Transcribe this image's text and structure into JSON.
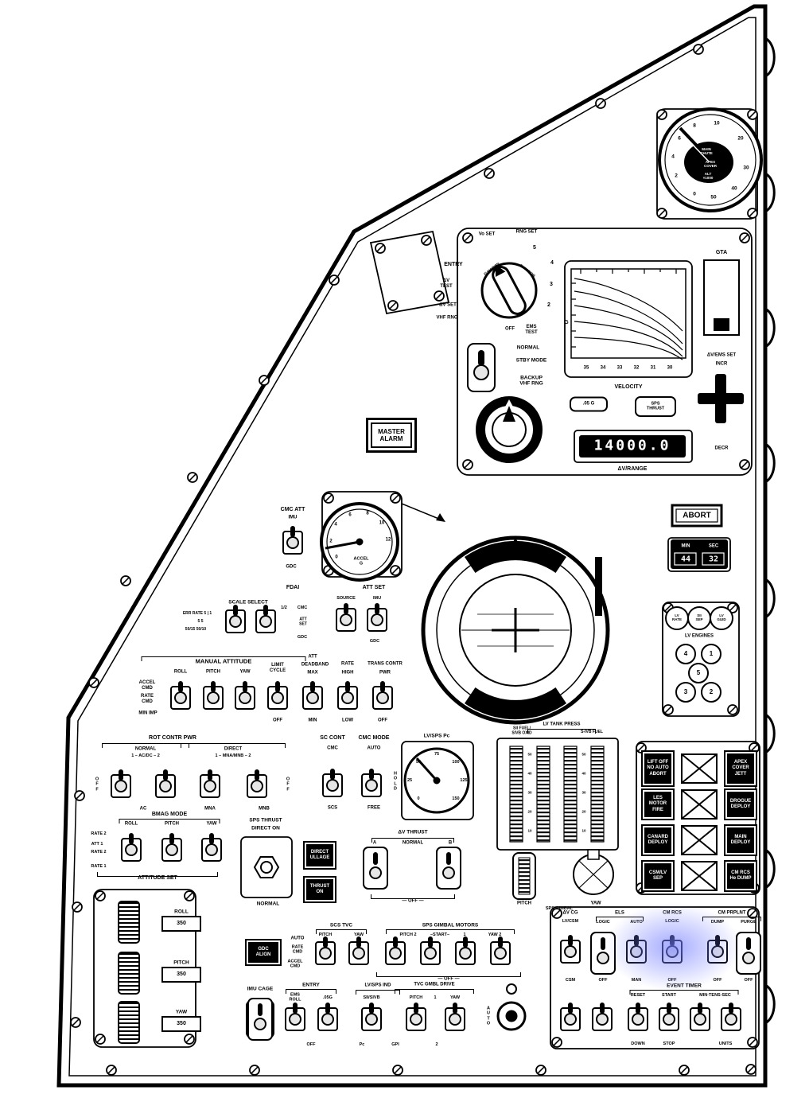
{
  "highlight": {
    "color": "#737dff"
  },
  "alt": {
    "scale": [
      "10",
      "8",
      "6",
      "4",
      "2",
      "0",
      "50",
      "40",
      "30",
      "20"
    ],
    "main_chute": "MAIN\nCHUTE",
    "apex_cover": "APEX\nCOVER",
    "alt_x1000": "ALT\n×1000"
  },
  "gta": {
    "label": "GTA"
  },
  "ems": {
    "vo_set": "Vo SET",
    "rng_set": "RNG SET",
    "entry": "ENTRY",
    "dv_test": "ΔV\nTEST",
    "dv_set": "ΔV SET",
    "vhf_rng": "VHF RNG",
    "n5": "5",
    "n4": "4",
    "n3": "3",
    "n2": "2",
    "off": "OFF",
    "ems_test": "EMS\nTEST",
    "function": "FUNCTION"
  },
  "mode": {
    "normal": "NORMAL",
    "stby": "STBY MODE",
    "backup": "BACKUP\nVHF RNG"
  },
  "scroll": {
    "g": "G",
    "vnums": [
      "35",
      "34",
      "33",
      "32",
      "31",
      "30"
    ],
    "velocity": "VELOCITY",
    "g05": ".05 G",
    "sps_thrust": "SPS\nTHRUST"
  },
  "dvrange": {
    "value": "14000.0",
    "label": "ΔV/RANGE"
  },
  "dvems": {
    "title": "ΔV/EMS SET",
    "incr": "INCR",
    "decr": "DECR"
  },
  "master_alarm": "MASTER\nALARM",
  "abort": "ABORT",
  "timer": {
    "min": "MIN",
    "sec": "SEC",
    "min_val": "44",
    "sec_val": "32"
  },
  "cmc_att": {
    "title": "CMC ATT",
    "imu": "IMU",
    "gdc": "GDC"
  },
  "accel": {
    "scale": [
      "0",
      "2",
      "4",
      "6",
      "8",
      "10",
      "12"
    ],
    "label": "ACCEL\nG"
  },
  "fdai_sel": {
    "title": "FDAI",
    "scale_select": "SCALE SELECT",
    "r1": "ERR RATE 5 | 1",
    "r2": "5    5",
    "r3": "50/15 50/10",
    "half": "1/2",
    "cmc": "CMC",
    "att_set": "ATT\nSET",
    "gdc": "GDC"
  },
  "att_set": {
    "title": "ATT SET",
    "source": "SOURCE",
    "imu": "IMU",
    "gdc": "GDC"
  },
  "lv": {
    "lights": [
      "LV\nRATE",
      "SII\nSEP",
      "LV\nGUID"
    ],
    "title": "LV ENGINES",
    "engines": [
      "4",
      "1",
      "5",
      "3",
      "2"
    ]
  },
  "man_att": {
    "title": "MANUAL ATTITUDE",
    "roll": "ROLL",
    "pitch": "PITCH",
    "yaw": "YAW",
    "accel_cmd": "ACCEL\nCMD",
    "rate_cmd": "RATE\nCMD",
    "min_imp": "MIN IMP",
    "limit_cycle": "LIMIT\nCYCLE",
    "att": "ATT",
    "deadband": "DEADBAND",
    "max": "MAX",
    "rate": "RATE",
    "high": "HIGH",
    "trans": "TRANS CONTR",
    "pwr": "PWR",
    "off1": "OFF",
    "min": "MIN",
    "low": "LOW",
    "off2": "OFF"
  },
  "rot": {
    "title": "ROT CONTR PWR",
    "normal": "NORMAL",
    "normal2": "1 – AC/DC – 2",
    "direct": "DIRECT",
    "direct2": "1 – MNA/MNB – 2",
    "off": "O\nF\nF",
    "ac": "AC",
    "mna": "MNA",
    "mnb": "MNB"
  },
  "bmag": {
    "title": "BMAG MODE",
    "roll": "ROLL",
    "pitch": "PITCH",
    "yaw": "YAW",
    "rate2a": "RATE 2",
    "att1": "ATT 1",
    "rate2b": "RATE 2",
    "rate1": "RATE 1",
    "attitude_set": "ATTITUDE SET"
  },
  "sccont": {
    "title": "SC CONT",
    "cmc_mode": "CMC MODE",
    "cmc": "CMC",
    "auto": "AUTO",
    "scs": "SCS",
    "free": "FREE",
    "hold": "H\nO\nL\nD"
  },
  "spst": {
    "l1": "SPS THRUST",
    "l2": "DIRECT ON",
    "normal": "NORMAL",
    "direct_ullage": "DIRECT\nULLAGE",
    "thrust_on": "THRUST\nON"
  },
  "dvt": {
    "title": "ΔV THRUST",
    "a": "A",
    "normal": "NORMAL",
    "b": "B",
    "off": "— OFF —"
  },
  "pc": {
    "title": "LV/SPS Pc",
    "scale": [
      "0",
      "25",
      "50",
      "75",
      "100",
      "125",
      "150"
    ]
  },
  "tank": {
    "t1": "SII FUEL/\nSIVB OXID",
    "t2": "LV TANK PRESS",
    "t3": "S-IVB FUEL",
    "scale": [
      "50",
      "40",
      "30",
      "20",
      "10"
    ]
  },
  "gimbal": {
    "pitch": "PITCH",
    "label": "SPS GIMBAL",
    "yaw": "YAW"
  },
  "seq": {
    "col1": [
      "LIFT OFF\nNO AUTO\nABORT",
      "LES\nMOTOR\nFIRE",
      "CANARD\nDEPLOY",
      "CSM/LV\nSEP"
    ],
    "col2": [
      "APEX\nCOVER\nJETT",
      "DROGUE\nDEPLOY",
      "MAIN\nDEPLOY",
      "CM RCS\nHe DUMP"
    ]
  },
  "cmrow": {
    "dv_cg": "ΔV CG",
    "lv_csm": "LV/CSM",
    "logic1": "LOGIC",
    "els": "ELS",
    "auto": "AUTO",
    "cm_rcs": "CM RCS",
    "logic2": "LOGIC",
    "cm_prplnt": "CM PRPLNT",
    "dump": "DUMP",
    "purge": "PURGE",
    "csm": "CSM",
    "off1": "OFF",
    "man": "MAN",
    "off2": "OFF",
    "off3": "OFF",
    "off4": "OFF"
  },
  "evt": {
    "title": "EVENT TIMER",
    "reset": "RESET",
    "start": "START",
    "mts": "MIN·TENS·SEC",
    "down": "DOWN",
    "stop": "STOP",
    "units": "UNITS"
  },
  "wheels": {
    "roll": "ROLL",
    "roll_val": "350",
    "pitch": "PITCH",
    "pitch_val": "350",
    "yaw": "YAW",
    "yaw_val": "350"
  },
  "gdc_align": "GDC\nALIGN",
  "tvc": {
    "auto": "AUTO",
    "rate_cmd": "RATE\nCMD",
    "accel_cmd": "ACCEL\nCMD",
    "title": "SCS TVC",
    "pitch": "PITCH",
    "yaw": "YAW",
    "motors": "SPS GIMBAL MOTORS",
    "pitch2": "PITCH 2",
    "start": "–START–",
    "one": "1",
    "yaw2": "YAW 2",
    "off": "— OFF —"
  },
  "bottom": {
    "imu_cage": "IMU CAGE",
    "entry": "ENTRY",
    "ems_roll": "EMS\nROLL",
    "g05": ".05G",
    "lvsps": "LV/SPS IND",
    "sii_sivb": "SII/SIVB",
    "tvc_gmbl": "TVC GMBL DRIVE",
    "pitch": "PITCH",
    "one": "1",
    "yaw": "YAW",
    "off": "OFF",
    "pc": "Pc",
    "gpi": "GPI",
    "two": "2",
    "auto": "A\nU\nT\nO"
  }
}
